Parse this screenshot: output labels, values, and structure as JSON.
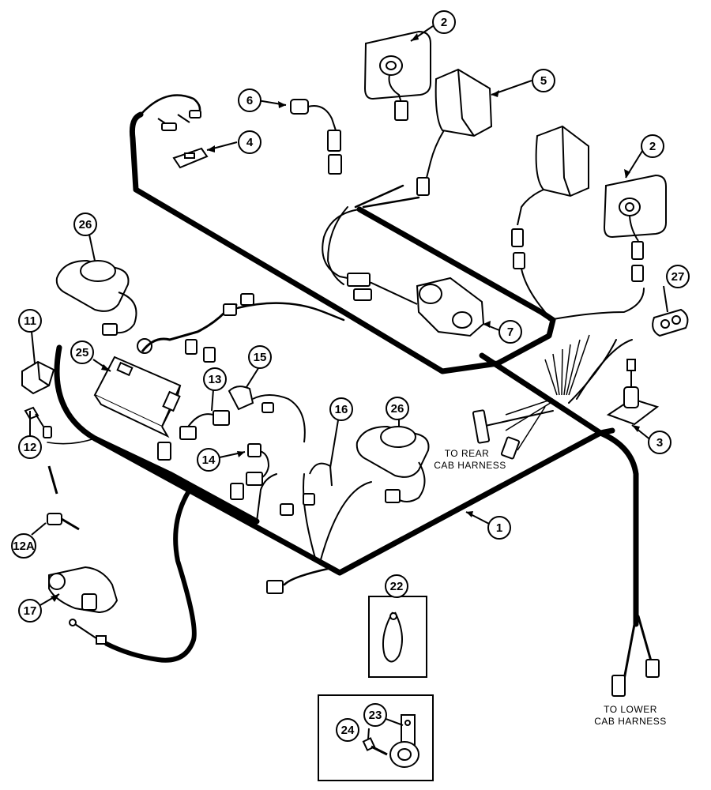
{
  "callouts": {
    "c1": "1",
    "c2a": "2",
    "c2b": "2",
    "c3": "3",
    "c4": "4",
    "c5": "5",
    "c6": "6",
    "c7": "7",
    "c11": "11",
    "c12": "12",
    "c12a": "12A",
    "c13": "13",
    "c14": "14",
    "c15": "15",
    "c16": "16",
    "c17": "17",
    "c22": "22",
    "c23": "23",
    "c24": "24",
    "c25": "25",
    "c26a": "26",
    "c26b": "26",
    "c27": "27"
  },
  "notes": {
    "rear_line1": "TO REAR",
    "rear_line2": "CAB HARNESS",
    "lower_line1": "TO LOWER",
    "lower_line2": "CAB HARNESS"
  }
}
